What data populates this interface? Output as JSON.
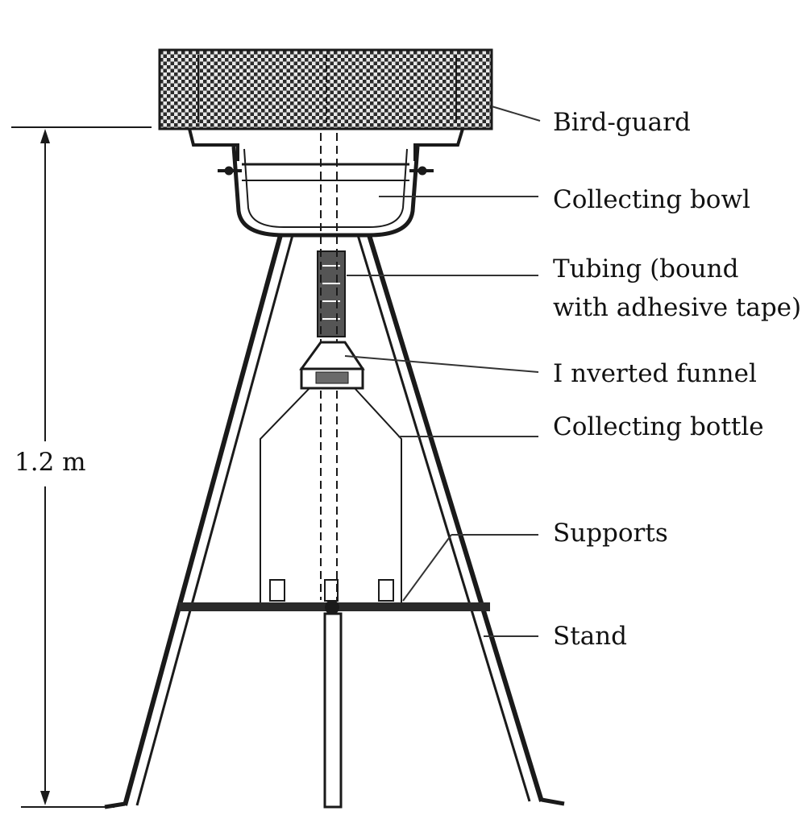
{
  "diagram": {
    "height_label": "1.2 m",
    "labels": {
      "bird_guard": "Bird-guard",
      "collecting_bowl": "Collecting bowl",
      "tubing_line1": "Tubing (bound",
      "tubing_line2": "with adhesive tape)",
      "inverted_funnel": "I nverted funnel",
      "collecting_bottle": "Collecting bottle",
      "supports": "Supports",
      "stand": "Stand"
    }
  }
}
